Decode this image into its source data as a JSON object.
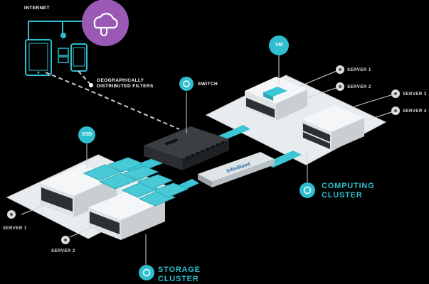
{
  "labels": {
    "internet": "INTERNET",
    "geo_filters_line1": "GEOGRAPHICALLY",
    "geo_filters_line2": "DISTRIBUTED FILTERS",
    "switch": "SWITCH",
    "vm": "VM",
    "ssd": "SSD",
    "infiniband": "InfiniBand",
    "computing_cluster_line1": "COMPUTING",
    "computing_cluster_line2": "CLUSTER",
    "storage_cluster_line1": "STORAGE",
    "storage_cluster_line2": "CLUSTER"
  },
  "servers": {
    "computing": [
      "SERVER 1",
      "SERVER 2",
      "SERVER 3",
      "SERVER 4"
    ],
    "storage": [
      "SERVER 1",
      "SERVER 2"
    ]
  },
  "colors": {
    "background": "#000000",
    "accent_teal": "#2fbfd0",
    "cloud_purple": "#9b59b6",
    "platform": "#e9ecee",
    "cable": "#3cc6d4"
  },
  "icons": {
    "internet": "cloud-plug-icon",
    "devices": [
      "tablet-icon",
      "phone-icon"
    ]
  }
}
